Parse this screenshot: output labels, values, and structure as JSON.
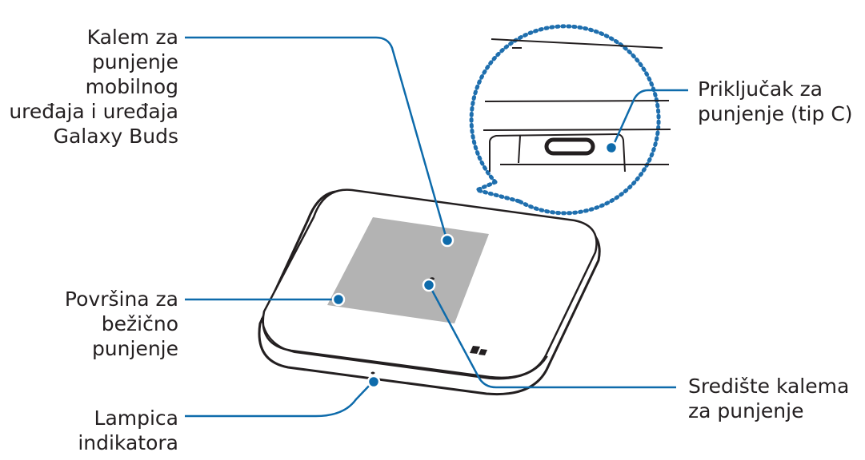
{
  "labels": {
    "coil": [
      "Kalem za",
      "punjenje",
      "mobilnog",
      "uređaja i uređaja",
      "Galaxy Buds"
    ],
    "port": [
      "Priključak za",
      "punjenje (tip C)"
    ],
    "surface": [
      "Površina za",
      "bežično",
      "punjenje"
    ],
    "center": [
      "Središte kalema",
      "za punjenje"
    ],
    "indicator": [
      "Lampica",
      "indikatora"
    ]
  },
  "colors": {
    "leader": "#0e6bab",
    "outline": "#231f20",
    "coil_area": "#b3b3b3",
    "text": "#231f20"
  }
}
